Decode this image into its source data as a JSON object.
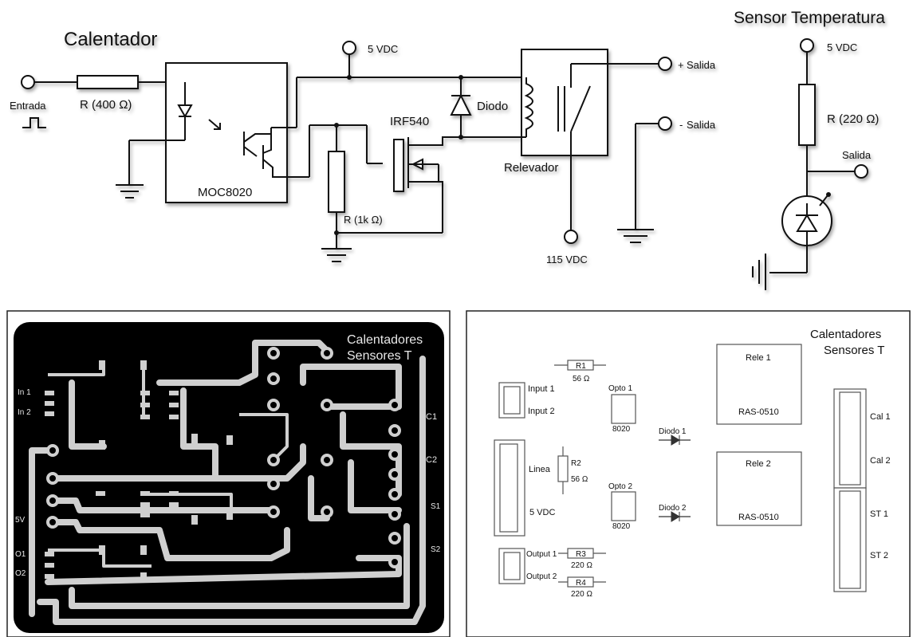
{
  "schematic": {
    "heater": {
      "title": "Calentador",
      "input_label": "Entrada",
      "input_resistor": "R (400 Ω)",
      "optocoupler": "MOC8020",
      "supply": "5 VDC",
      "diode": "Diodo",
      "mosfet": "IRF540",
      "relay": "Relevador",
      "gate_resistor": "R (1k Ω)",
      "line_supply": "115 VDC",
      "output_pos": "Salida",
      "output_neg": "Salida",
      "pos_sign": "+",
      "neg_sign": "-"
    },
    "sensor": {
      "title": "Sensor Temperatura",
      "supply": "5 VDC",
      "resistor": "R (220 Ω)",
      "output": "Salida"
    }
  },
  "pcb_layout": {
    "title_line1": "Calentadores",
    "title_line2": "Sensores T",
    "side_labels_left": [
      "In 1",
      "In 2",
      "5V",
      "O1",
      "O2"
    ],
    "side_labels_right": [
      "C1",
      "C2",
      "S1",
      "S2"
    ]
  },
  "component_layout": {
    "title_line1": "Calentadores",
    "title_line2": "Sensores T",
    "input_1": "Input 1",
    "input_2": "Input 2",
    "r1_name": "R1",
    "r1_value": "56 Ω",
    "r2_name": "R2",
    "r2_value": "56 Ω",
    "opto_1": "Opto 1",
    "opto_1_part": "8020",
    "opto_2": "Opto 2",
    "opto_2_part": "8020",
    "diode_1": "Diodo 1",
    "diode_2": "Diodo 2",
    "relay_1": "Rele 1",
    "relay_1_part": "RAS-0510",
    "relay_2": "Rele 2",
    "relay_2_part": "RAS-0510",
    "linea": "Linea",
    "vdc": "5 VDC",
    "output_1": "Output 1",
    "output_2": "Output 2",
    "r3_name": "R3",
    "r3_value": "220 Ω",
    "r4_name": "R4",
    "r4_value": "220 Ω",
    "cal_1": "Cal 1",
    "cal_2": "Cal 2",
    "st_1": "ST 1",
    "st_2": "ST 2"
  }
}
